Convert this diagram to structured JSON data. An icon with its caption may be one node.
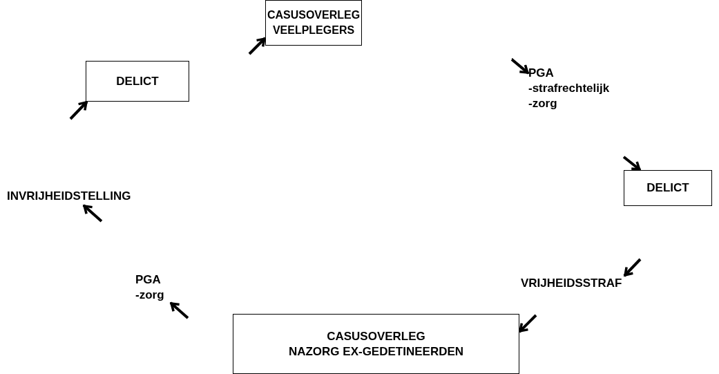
{
  "diagram": {
    "nodes": [
      {
        "text": [
          "CASUSOVERLEG VEELPLEGERS"
        ]
      },
      {
        "text": [
          "PGA -strafrechtelijk -zorg"
        ]
      },
      {
        "text": [
          "DELICT"
        ]
      },
      {
        "text": [
          "VRIJHEIDSSTRAF"
        ]
      },
      {
        "text": [
          "CASUSOVERLEG NAZORG EX-GEDETINEERDEN"
        ]
      },
      {
        "text": [
          "PGA -zorg"
        ]
      },
      {
        "text": [
          "INVRIJHEIDSTELLING"
        ]
      },
      {
        "text": [
          "DELICT"
        ]
      }
    ],
    "edges": [
      {
        "from": 7,
        "to": 0,
        "arrow": "to"
      },
      {
        "from": 0,
        "to": 1,
        "arrow": "to"
      },
      {
        "from": 1,
        "to": 2,
        "arrow": "to"
      },
      {
        "from": 2,
        "to": 3,
        "arrow": "to"
      },
      {
        "from": 3,
        "to": 4,
        "arrow": "to"
      },
      {
        "from": 4,
        "to": 5,
        "arrow": "to"
      },
      {
        "from": 5,
        "to": 6,
        "arrow": "to"
      },
      {
        "from": 6,
        "to": 7,
        "arrow": "to"
      }
    ]
  }
}
